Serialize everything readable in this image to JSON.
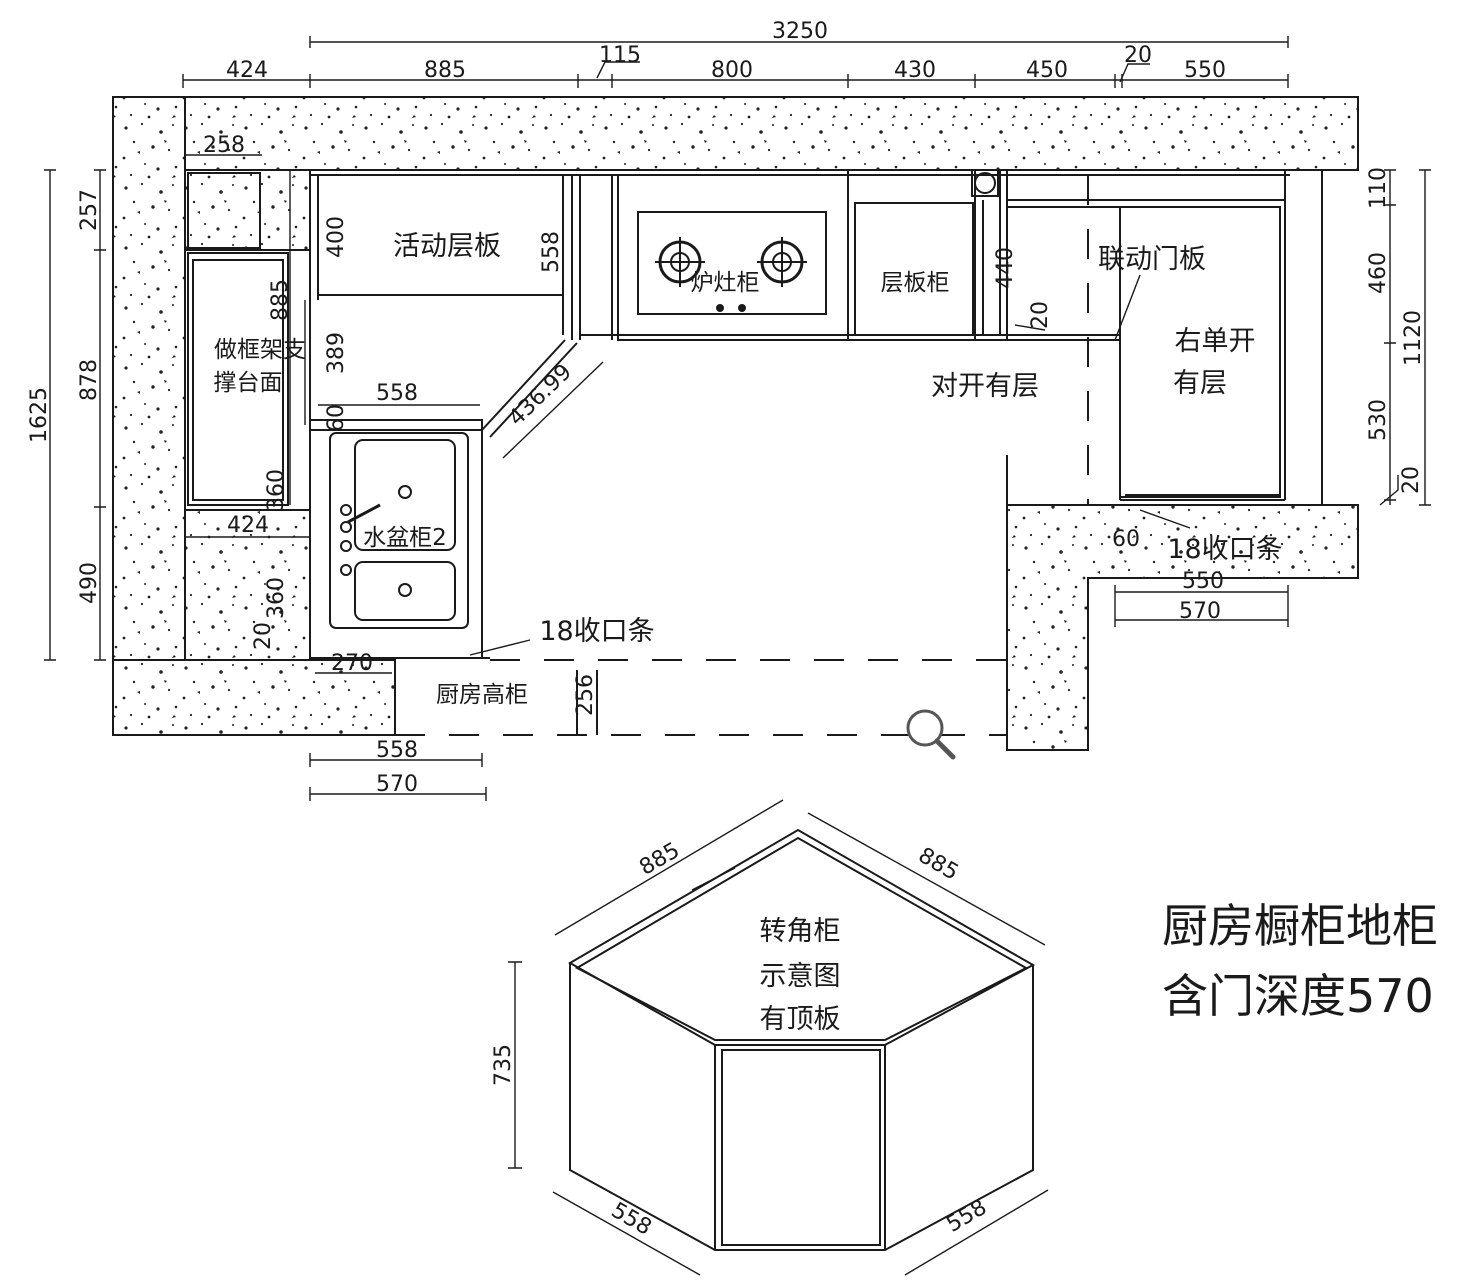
{
  "dims_top": {
    "overall": "3250",
    "d424": "424",
    "d885": "885",
    "d115": "115",
    "d800": "800",
    "d430": "430",
    "d450": "450",
    "d20": "20",
    "d550": "550"
  },
  "dims_left": {
    "d1625": "1625",
    "d257": "257",
    "d878": "878",
    "d490": "490",
    "d258": "258",
    "d885v": "885",
    "d424h": "424",
    "d400": "400",
    "d389": "389",
    "d60": "60",
    "d360a": "360",
    "d360b": "360",
    "d20l": "20",
    "d270": "270",
    "d558": "558"
  },
  "dims_right": {
    "d110": "110",
    "d460": "460",
    "d530": "530",
    "d1120": "1120",
    "d20r": "20",
    "d440": "440",
    "d20i": "20",
    "d60r": "60",
    "d550b": "550",
    "d570b": "570"
  },
  "dims_misc": {
    "diag": "436.99",
    "d256": "256",
    "b558": "558",
    "b570": "570"
  },
  "labels": {
    "shelf_board": "活动层板",
    "stove_cabinet": "炉灶柜",
    "shelf_cabinet": "层板柜",
    "linked_door": "联动门板",
    "right_single": "右单开",
    "has_shelf": "有层",
    "double_shelf": "对开有层",
    "frame_support_line1": "做框架支",
    "frame_support_line2": "撑台面",
    "sink_cabinet": "水盆柜2",
    "trim_strip_1": "18收口条",
    "trim_strip_2": "18收口条",
    "tall_cabinet": "厨房高柜"
  },
  "corner": {
    "line1": "转角柜",
    "line2": "示意图",
    "line3": "有顶板",
    "edge1": "885",
    "edge2": "885",
    "height": "735",
    "base1": "558",
    "base2": "558"
  },
  "note": {
    "line1": "厨房橱柜地柜",
    "line2": "含门深度570"
  },
  "icons": [
    "magnifier-icon"
  ]
}
